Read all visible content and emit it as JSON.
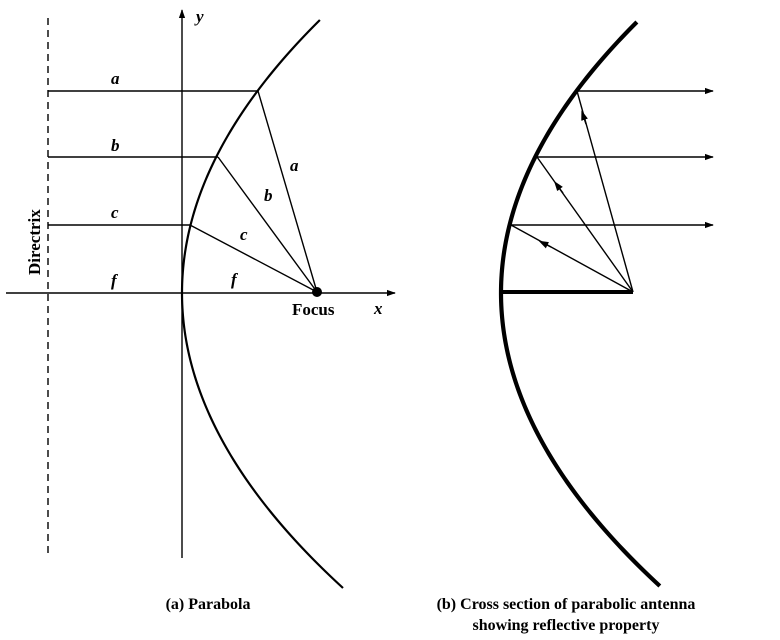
{
  "panel_a": {
    "axis_x_label": "x",
    "axis_y_label": "y",
    "directrix_label": "Directrix",
    "focus_label": "Focus",
    "horizontal_labels": [
      "a",
      "b",
      "c",
      "f"
    ],
    "focal_labels": [
      "a",
      "b",
      "c",
      "f"
    ],
    "caption": "(a) Parabola"
  },
  "panel_b": {
    "caption_line1": "(b) Cross section of parabolic antenna",
    "caption_line2": "showing reflective property"
  },
  "colors": {
    "ink": "#000000",
    "background": "#ffffff"
  }
}
